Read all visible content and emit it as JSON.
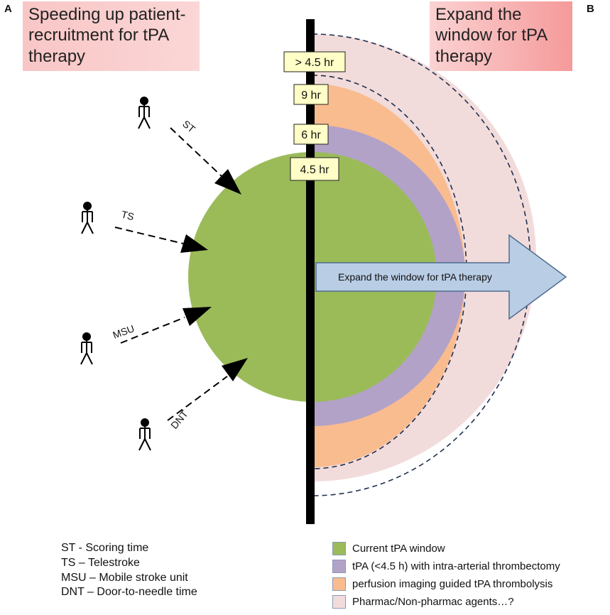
{
  "panels": {
    "a": "A",
    "b": "B"
  },
  "titles": {
    "left": "Speeding up patient-recruitment for tPA therapy",
    "right": "Expand the window for tPA therapy"
  },
  "time_labels": [
    "> 4.5 hr",
    "9 hr",
    "6 hr",
    "4.5 hr"
  ],
  "arrow_text": "Expand the window for tPA therapy",
  "arrow_labels": [
    "ST",
    "TS",
    "MSU",
    "DNT"
  ],
  "abbreviations": [
    "ST -  Scoring time",
    "TS – Telestroke",
    "MSU – Mobile stroke unit",
    "DNT – Door-to-needle time"
  ],
  "legend": [
    {
      "label": "Current tPA window",
      "color": "#9bbb59"
    },
    {
      "label": "tPA (<4.5 h) with intra-arterial thrombectomy",
      "color": "#b2a2c7"
    },
    {
      "label": "perfusion imaging guided tPA thrombolysis",
      "color": "#f9bc8f"
    },
    {
      "label": "Pharmac/Non-pharmac agents…?",
      "color": "#f2dcdb"
    }
  ],
  "colors": {
    "green": "#9bbb59",
    "purple": "#b2a2c7",
    "orange": "#f9bc8f",
    "pink": "#f2dcdb",
    "arrow_fill": "#b9cde5",
    "arrow_stroke": "#4f6d8f",
    "label_bg": "#ffffc7"
  }
}
